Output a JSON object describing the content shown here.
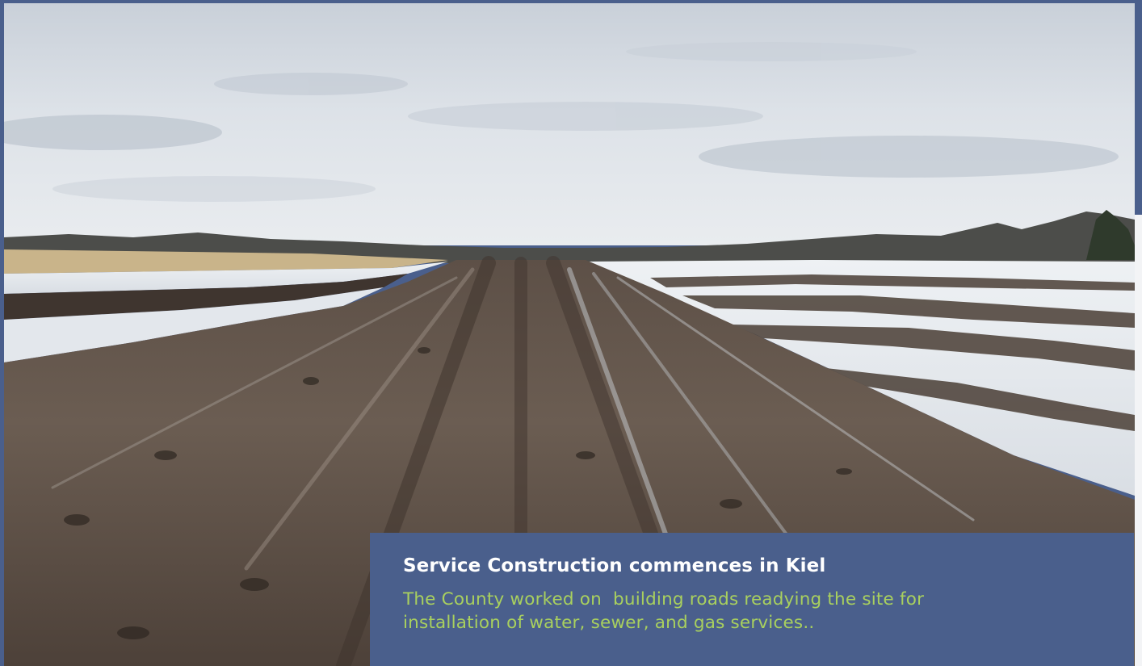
{
  "caption": {
    "title": "Service Construction commences in Kiel",
    "body_line_1": "The County worked on  building roads readying the site for",
    "body_line_2": "installation of water, sewer, and gas services.."
  },
  "colors": {
    "frame_blue": "#4a5f8c",
    "title_white": "#ffffff",
    "body_green": "#a9d05e"
  },
  "photo": {
    "subject": "dirt road under construction through snowy farm fields"
  }
}
